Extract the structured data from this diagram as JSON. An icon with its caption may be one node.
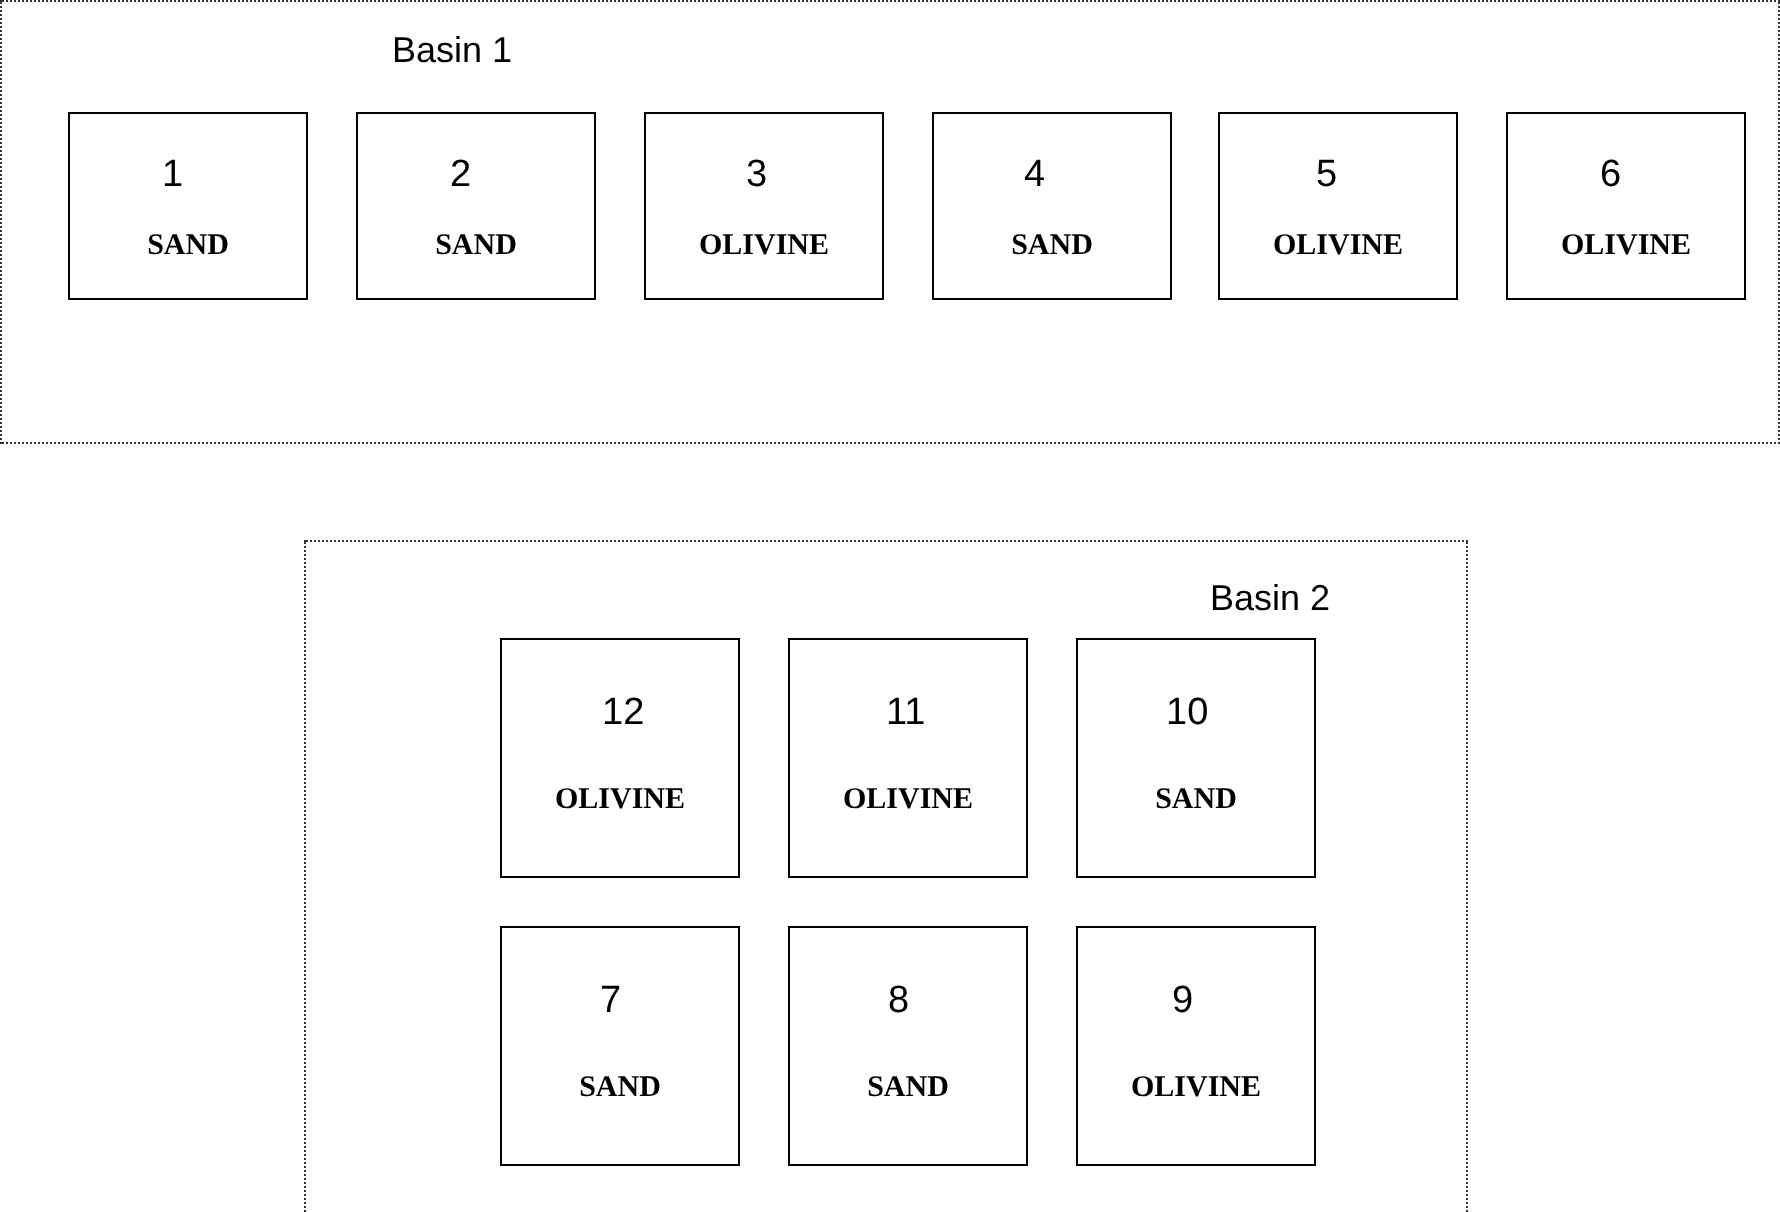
{
  "diagram": {
    "nodes": [
      {
        "text": [
          "Basin 1"
        ]
      },
      {
        "text": [
          "1",
          "SAND"
        ],
        "in": 0
      },
      {
        "text": [
          "2",
          "SAND"
        ],
        "in": 0
      },
      {
        "text": [
          "3",
          "OLIVINE"
        ],
        "in": 0
      },
      {
        "text": [
          "4",
          "SAND"
        ],
        "in": 0
      },
      {
        "text": [
          "5",
          "OLIVINE"
        ],
        "in": 0
      },
      {
        "text": [
          "6",
          "OLIVINE"
        ],
        "in": 0
      },
      {
        "text": [
          "Basin 2"
        ]
      },
      {
        "text": [
          "12",
          "OLIVINE"
        ],
        "in": 7
      },
      {
        "text": [
          "11",
          "OLIVINE"
        ],
        "in": 7
      },
      {
        "text": [
          "10",
          "SAND"
        ],
        "in": 7
      },
      {
        "text": [
          "7",
          "SAND"
        ],
        "in": 7
      },
      {
        "text": [
          "8",
          "SAND"
        ],
        "in": 7
      },
      {
        "text": [
          "9",
          "OLIVINE"
        ],
        "in": 7
      }
    ]
  }
}
